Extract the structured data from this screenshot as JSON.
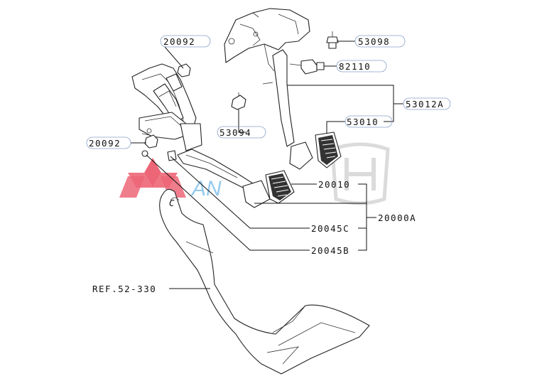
{
  "diagram": {
    "labels": {
      "p20092a": "20092",
      "p20092b": "20092",
      "p53098": "53098",
      "p82110": "82110",
      "p53012a": "53012A",
      "p53010": "53010",
      "p53094": "53094",
      "p20010": "20010",
      "p20000a": "20000A",
      "p20045c": "20045C",
      "p20045b": "20045B",
      "ref": "REF.52-330",
      "c": "C"
    },
    "watermark": {
      "text": "AN",
      "brand_red": "#e8344a",
      "brand_blue": "#3fa0e0"
    }
  }
}
